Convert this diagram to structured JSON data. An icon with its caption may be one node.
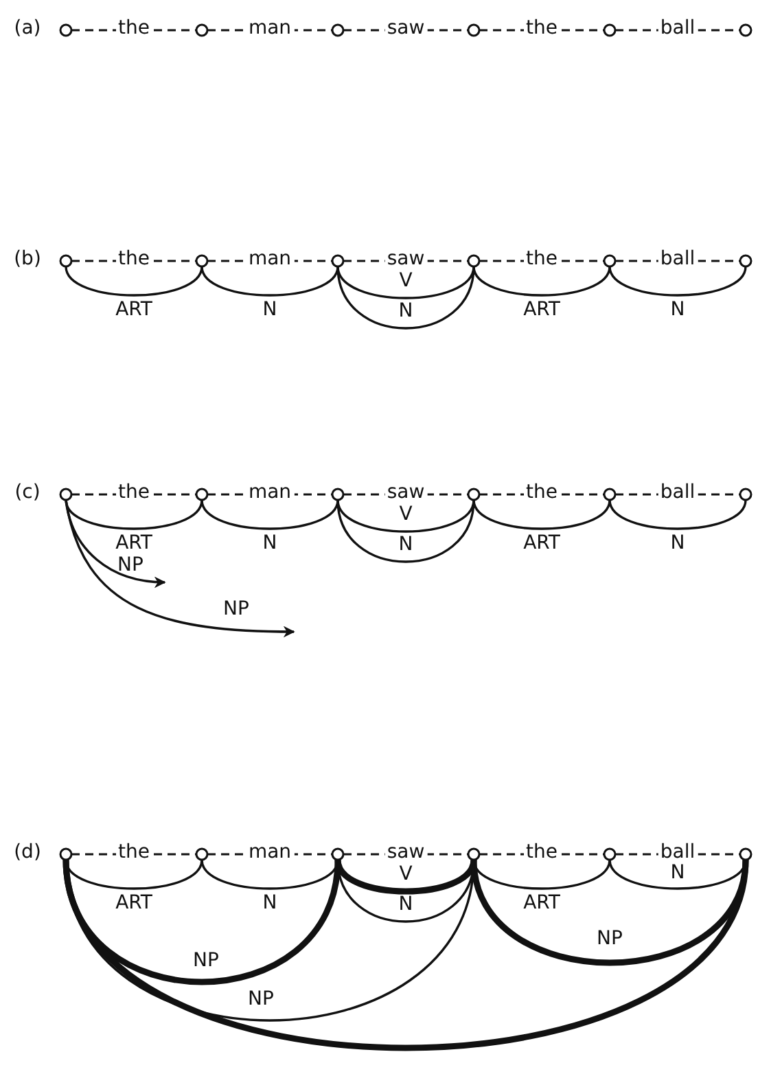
{
  "diagram": {
    "nodes": [
      {
        "text": [],
        "shape": "circle"
      },
      {
        "text": [],
        "shape": "circle"
      },
      {
        "text": [],
        "shape": "circle"
      },
      {
        "text": [],
        "shape": "circle"
      },
      {
        "text": [],
        "shape": "circle"
      },
      {
        "text": [],
        "shape": "circle"
      },
      {
        "text": [],
        "shape": "circle"
      },
      {
        "text": [],
        "shape": "circle"
      },
      {
        "text": [],
        "shape": "circle"
      },
      {
        "text": [],
        "shape": "circle"
      },
      {
        "text": [],
        "shape": "circle"
      },
      {
        "text": [],
        "shape": "circle"
      },
      {
        "text": [],
        "shape": "circle"
      },
      {
        "text": [],
        "shape": "circle"
      },
      {
        "text": [],
        "shape": "circle"
      },
      {
        "text": [],
        "shape": "circle"
      },
      {
        "text": [],
        "shape": "circle"
      },
      {
        "text": [],
        "shape": "circle"
      },
      {
        "text": [],
        "shape": "circle"
      },
      {
        "text": [],
        "shape": "circle"
      },
      {
        "text": [],
        "shape": "circle"
      },
      {
        "text": [],
        "shape": "circle"
      },
      {
        "text": [],
        "shape": "circle"
      },
      {
        "text": [],
        "shape": "circle"
      }
    ],
    "edges": [
      {
        "from": 0,
        "to": 1,
        "arrow": "none",
        "label": "the",
        "style": "dashed"
      },
      {
        "from": 1,
        "to": 2,
        "arrow": "none",
        "label": "man",
        "style": "dashed"
      },
      {
        "from": 2,
        "to": 3,
        "arrow": "none",
        "label": "saw",
        "style": "dashed"
      },
      {
        "from": 3,
        "to": 4,
        "arrow": "none",
        "label": "the",
        "style": "dashed"
      },
      {
        "from": 4,
        "to": 5,
        "arrow": "none",
        "label": "ball",
        "style": "dashed"
      },
      {
        "from": 6,
        "to": 7,
        "arrow": "none",
        "label": "the",
        "style": "dashed"
      },
      {
        "from": 7,
        "to": 8,
        "arrow": "none",
        "label": "man",
        "style": "dashed"
      },
      {
        "from": 8,
        "to": 9,
        "arrow": "none",
        "label": "saw",
        "style": "dashed"
      },
      {
        "from": 9,
        "to": 10,
        "arrow": "none",
        "label": "the",
        "style": "dashed"
      },
      {
        "from": 10,
        "to": 11,
        "arrow": "none",
        "label": "ball",
        "style": "dashed"
      },
      {
        "from": 12,
        "to": 13,
        "arrow": "none",
        "label": "the",
        "style": "dashed"
      },
      {
        "from": 13,
        "to": 14,
        "arrow": "none",
        "label": "man",
        "style": "dashed"
      },
      {
        "from": 14,
        "to": 15,
        "arrow": "none",
        "label": "saw",
        "style": "dashed"
      },
      {
        "from": 15,
        "to": 16,
        "arrow": "none",
        "label": "the",
        "style": "dashed"
      },
      {
        "from": 16,
        "to": 17,
        "arrow": "none",
        "label": "ball",
        "style": "dashed"
      },
      {
        "from": 18,
        "to": 19,
        "arrow": "none",
        "label": "the",
        "style": "dashed"
      },
      {
        "from": 19,
        "to": 20,
        "arrow": "none",
        "label": "man",
        "style": "dashed"
      },
      {
        "from": 20,
        "to": 21,
        "arrow": "none",
        "label": "saw",
        "style": "dashed"
      },
      {
        "from": 21,
        "to": 22,
        "arrow": "none",
        "label": "the",
        "style": "dashed"
      },
      {
        "from": 22,
        "to": 23,
        "arrow": "none",
        "label": "ball",
        "style": "dashed"
      },
      {
        "from": 6,
        "to": 7,
        "arrow": "none",
        "label": "ART"
      },
      {
        "from": 7,
        "to": 8,
        "arrow": "none",
        "label": "N"
      },
      {
        "from": 8,
        "to": 9,
        "arrow": "none",
        "label": "V"
      },
      {
        "from": 8,
        "to": 9,
        "arrow": "none",
        "label": "N"
      },
      {
        "from": 9,
        "to": 10,
        "arrow": "none",
        "label": "ART"
      },
      {
        "from": 10,
        "to": 11,
        "arrow": "none",
        "label": "N"
      },
      {
        "from": 12,
        "to": 13,
        "arrow": "none",
        "label": "ART"
      },
      {
        "from": 13,
        "to": 14,
        "arrow": "none",
        "label": "N"
      },
      {
        "from": 14,
        "to": 15,
        "arrow": "none",
        "label": "V"
      },
      {
        "from": 14,
        "to": 15,
        "arrow": "none",
        "label": "N"
      },
      {
        "from": 15,
        "to": 16,
        "arrow": "none",
        "label": "ART"
      },
      {
        "from": 16,
        "to": 17,
        "arrow": "none",
        "label": "N"
      },
      {
        "from": 12,
        "to": null,
        "arrow": "to",
        "label": "NP"
      },
      {
        "from": 12,
        "to": null,
        "arrow": "to",
        "label": "NP"
      },
      {
        "from": 18,
        "to": 19,
        "arrow": "none",
        "label": "ART"
      },
      {
        "from": 19,
        "to": 20,
        "arrow": "none",
        "label": "N"
      },
      {
        "from": 20,
        "to": 21,
        "arrow": "none",
        "label": "V",
        "style": "thick"
      },
      {
        "from": 20,
        "to": 21,
        "arrow": "none",
        "label": "N"
      },
      {
        "from": 21,
        "to": 22,
        "arrow": "none",
        "label": "ART"
      },
      {
        "from": 22,
        "to": 23,
        "arrow": "none",
        "label": "N"
      },
      {
        "from": 18,
        "to": 20,
        "arrow": "none",
        "label": "NP",
        "style": "thick"
      },
      {
        "from": 21,
        "to": 23,
        "arrow": "none",
        "label": "NP",
        "style": "thick"
      },
      {
        "from": 18,
        "to": 21,
        "arrow": "none",
        "label": "NP"
      },
      {
        "from": 18,
        "to": 23,
        "arrow": "none",
        "style": "thick"
      }
    ],
    "labels": [
      "(a)",
      "(b)",
      "(c)",
      "(d)"
    ]
  }
}
